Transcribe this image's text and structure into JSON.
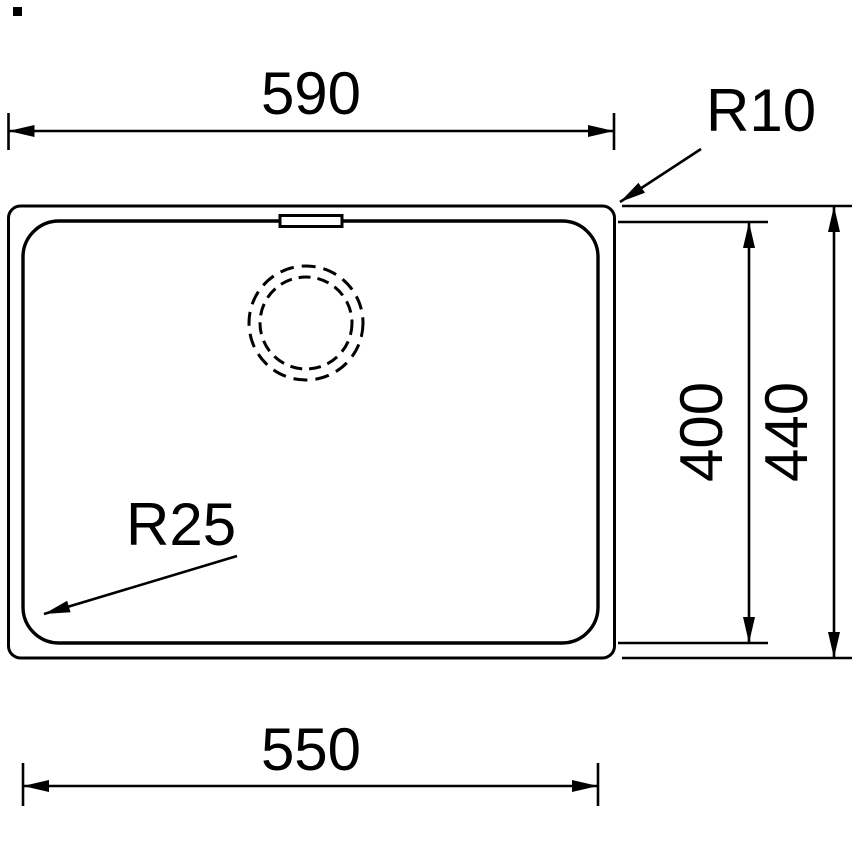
{
  "drawing": {
    "title": "sink-undermount-dimension-diagram",
    "ink_color": "#000000",
    "background_color": "#ffffff",
    "labels": {
      "outer_width": "590",
      "outer_corner_radius": "R10",
      "inner_height": "400",
      "outer_height": "440",
      "inner_corner_radius": "R25",
      "inner_width": "550"
    }
  }
}
